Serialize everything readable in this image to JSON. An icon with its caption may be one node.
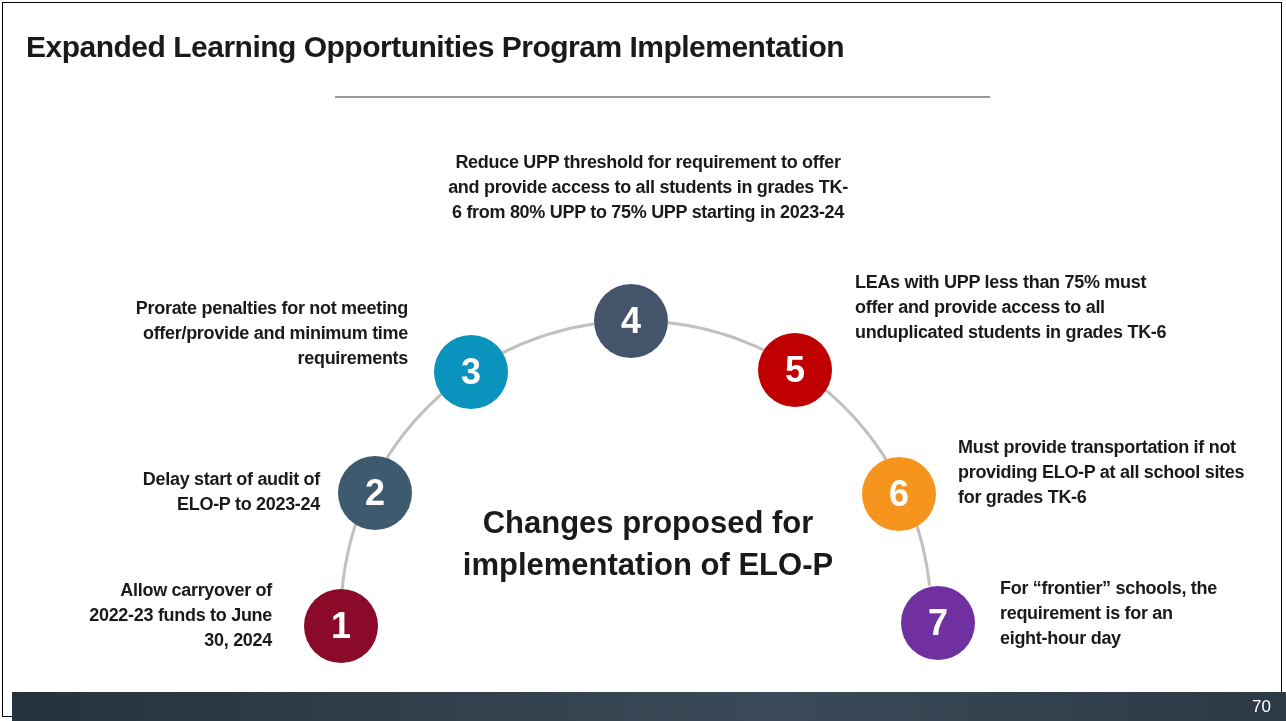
{
  "diagram": {
    "title": "Expanded Learning Opportunities Program Implementation",
    "nodes": [
      {
        "text": [
          "1"
        ],
        "beside": [
          "Allow carryover of 2022-23 funds to June 30, 2024"
        ]
      },
      {
        "text": [
          "2"
        ],
        "beside": [
          "Delay start of audit of ELO-P to 2023-24"
        ]
      },
      {
        "text": [
          "3"
        ],
        "beside": [
          "Prorate penalties for not meeting offer/provide and minimum time requirements"
        ]
      },
      {
        "text": [
          "4"
        ],
        "beside": [
          "Reduce UPP threshold for requirement to offer and provide access to all students in grades TK-6 from 80% UPP to 75% UPP starting in 2023-24"
        ]
      },
      {
        "text": [
          "5"
        ],
        "beside": [
          "LEAs with UPP less than 75% must offer and provide access to all unduplicated students in grades TK-6"
        ]
      },
      {
        "text": [
          "6"
        ],
        "beside": [
          "Must provide transportation if not providing ELO-P at all school sites for grades TK-6"
        ]
      },
      {
        "text": [
          "7"
        ],
        "beside": [
          "For “frontier” schools, the requirement is for an eight-hour day"
        ]
      }
    ],
    "edges": [
      {
        "from": 0,
        "to": 1,
        "arrow": "none"
      },
      {
        "from": 1,
        "to": 2,
        "arrow": "none"
      },
      {
        "from": 2,
        "to": 3,
        "arrow": "none"
      },
      {
        "from": 3,
        "to": 4,
        "arrow": "none"
      },
      {
        "from": 4,
        "to": 5,
        "arrow": "none"
      },
      {
        "from": 5,
        "to": 6,
        "arrow": "none"
      }
    ],
    "labels": [
      "Changes proposed for implementation of ELO-P",
      "70"
    ]
  }
}
